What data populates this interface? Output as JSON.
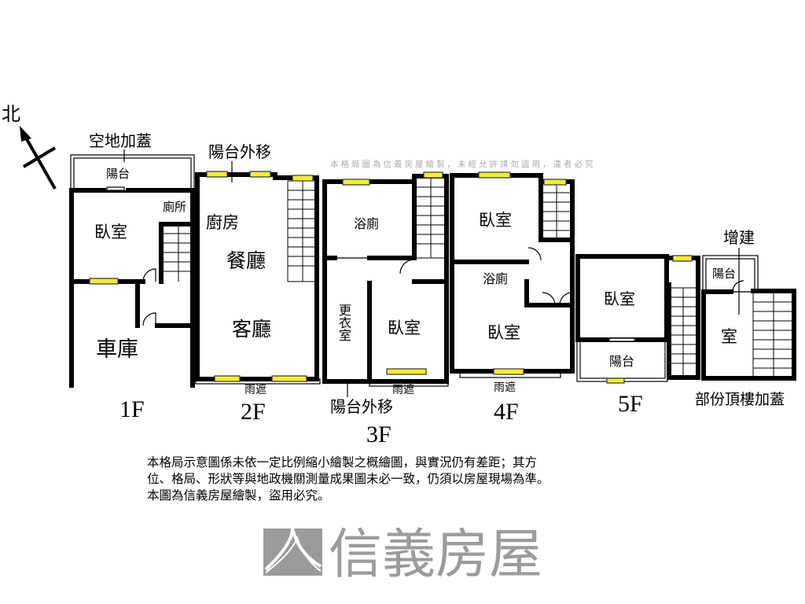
{
  "compass": {
    "label": "北"
  },
  "floors": {
    "f1": {
      "label": "1F",
      "rooms": {
        "balcony": "陽台",
        "bedroom": "臥室",
        "toilet": "廁所",
        "garage": "車庫"
      },
      "annotation": "空地加蓋"
    },
    "f2": {
      "label": "2F",
      "rooms": {
        "kitchen": "廚房",
        "dining": "餐廳",
        "living": "客廳",
        "canopy": "雨遮"
      },
      "annotation": "陽台外移"
    },
    "f3": {
      "label": "3F",
      "rooms": {
        "bath": "浴廁",
        "closet": "更衣室",
        "bedroom": "臥室",
        "canopy": "雨遮"
      },
      "annotation": "陽台外移"
    },
    "f4": {
      "label": "4F",
      "rooms": {
        "bedroom1": "臥室",
        "bath": "浴廁",
        "bedroom2": "臥室",
        "canopy": "雨遮"
      }
    },
    "f5": {
      "label": "5F",
      "rooms": {
        "bedroom": "臥室",
        "balcony": "陽台"
      }
    },
    "roof": {
      "label": "部份頂樓加蓋",
      "rooms": {
        "balcony": "陽台",
        "room": "室"
      },
      "annotation": "增建"
    }
  },
  "watermark": {
    "brand": "信義房屋",
    "small": "本格局圖為信義房屋繪製，未經允許請勿盜用，違者必究"
  },
  "disclaimer": {
    "lines": [
      "本格局示意圖係未依一定比例縮小繪製之概繪圖，與實況仍有差距；其方",
      "位、格局、形狀等與地政機關測量成果圖未必一致，仍須以房屋現場為準。",
      "本圖為信義房屋繪製，盜用必究。"
    ]
  },
  "colors": {
    "window": "#f2ec3a",
    "wall": "#000000",
    "watermark": "#8a8a8a"
  }
}
